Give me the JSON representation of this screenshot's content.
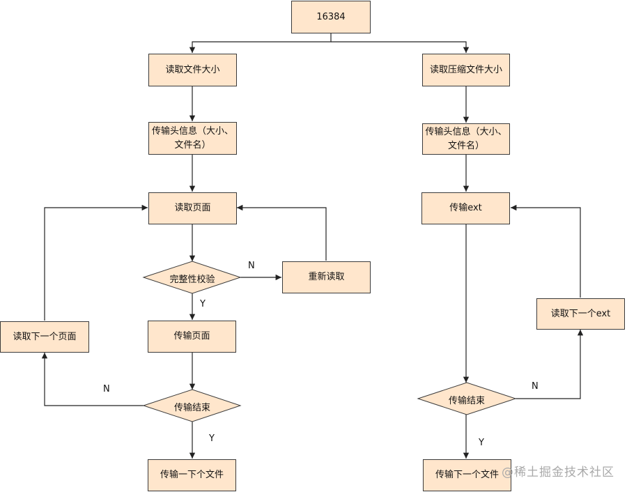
{
  "nodes": {
    "root": "16384",
    "left_read_size": "读取文件大小",
    "left_header": "传输头信息（大小、文件名）",
    "left_read_page": "读取页面",
    "left_check": "完整性校验",
    "left_reread": "重新读取",
    "left_send_page": "传输页面",
    "left_read_next_page": "读取下一个页面",
    "left_end": "传输结束",
    "left_next_file": "传输一下个文件",
    "right_read_size": "读取压缩文件大小",
    "right_header": "传输头信息（大小、文件名）",
    "right_send_ext": "传输ext",
    "right_read_next_ext": "读取下一个ext",
    "right_end": "传输结束",
    "right_next_file": "传输下一个文件"
  },
  "edge_labels": {
    "check_no": "N",
    "check_yes": "Y",
    "left_end_no": "N",
    "left_end_yes": "Y",
    "right_end_no": "N",
    "right_end_yes": "Y"
  },
  "watermark": "@稀土掘金技术社区",
  "colors": {
    "node_fill": "#ffe6cc",
    "stroke": "#3a3a3a"
  }
}
